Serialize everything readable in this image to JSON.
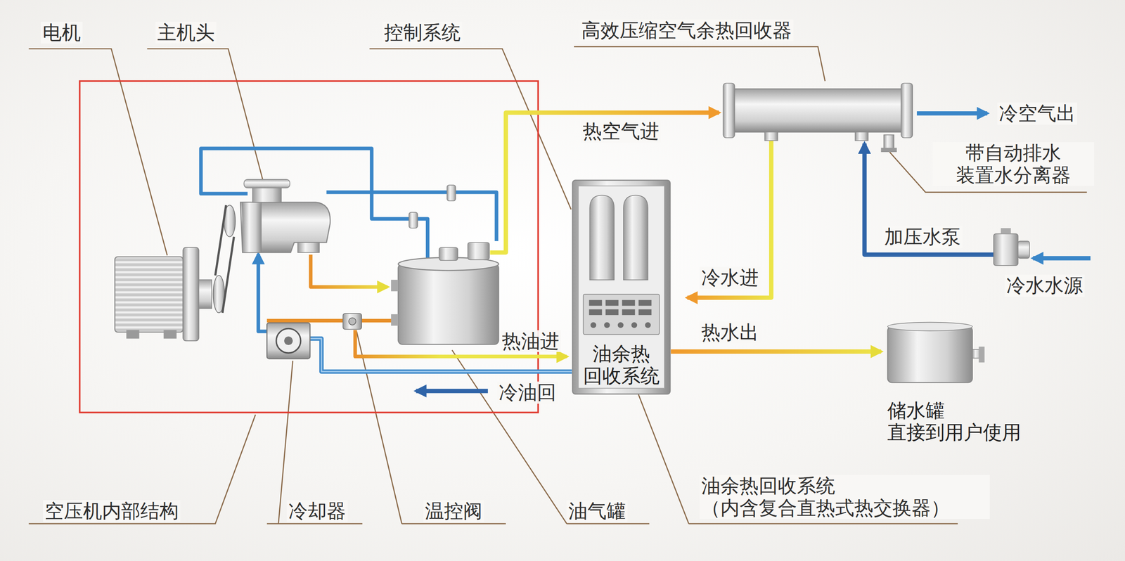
{
  "diagram": {
    "nodes": [
      {
        "text": [
          "油余热 回收系统"
        ]
      },
      {
        "text": [
          "储水罐 直接到用户使用"
        ]
      }
    ],
    "edges": [
      {
        "from": 0,
        "to": 1,
        "label": "热水出",
        "arrow": "to"
      }
    ],
    "labels": [
      "电机",
      "主机头",
      "控制系统",
      "高效压缩空气余热回收器",
      "热空气进",
      "冷空气出",
      "带自动排水 装置水分离器",
      "加压水泵",
      "冷水水源",
      "冷水进",
      "热油进",
      "冷油回",
      "空压机内部结构",
      "冷却器",
      "温控阀",
      "油气罐",
      "油余热回收系统 （内含复合直热式热交换器）"
    ]
  }
}
